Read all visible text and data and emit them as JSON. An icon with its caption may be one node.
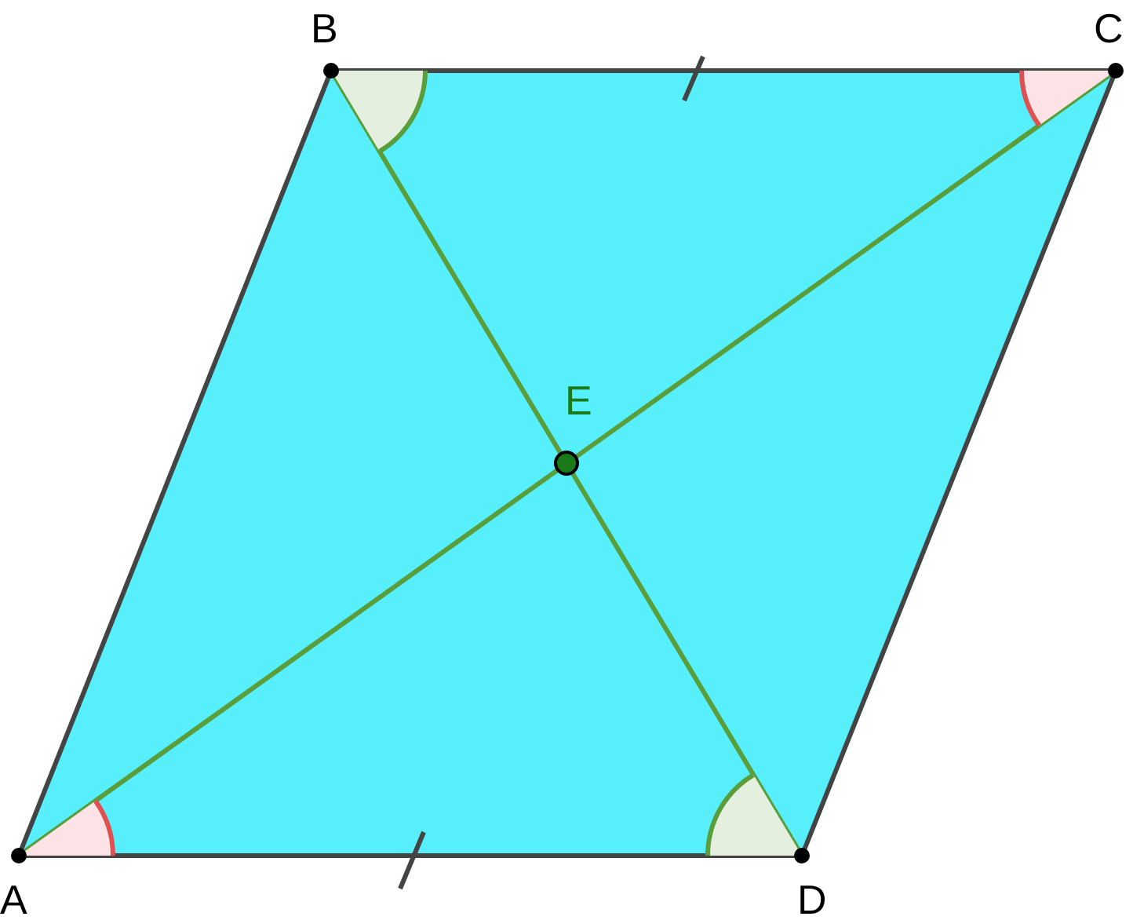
{
  "diagram": {
    "labels": [
      "B",
      "C",
      "E",
      "A",
      "D"
    ]
  }
}
